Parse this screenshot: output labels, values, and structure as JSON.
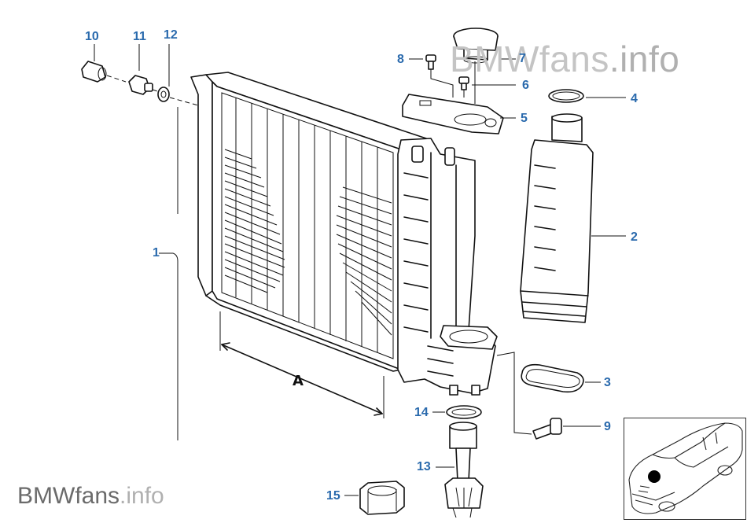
{
  "watermark": {
    "top_brand": "BMWfans",
    "top_tld": ".info",
    "bottom_brand": "BMWfans",
    "bottom_tld": ".info"
  },
  "dimension_label": "A",
  "callouts": [
    {
      "id": "10",
      "label": "10"
    },
    {
      "id": "11",
      "label": "11"
    },
    {
      "id": "12",
      "label": "12"
    },
    {
      "id": "8",
      "label": "8"
    },
    {
      "id": "7",
      "label": "7"
    },
    {
      "id": "6",
      "label": "6"
    },
    {
      "id": "4",
      "label": "4"
    },
    {
      "id": "5",
      "label": "5"
    },
    {
      "id": "1",
      "label": "1"
    },
    {
      "id": "2",
      "label": "2"
    },
    {
      "id": "3",
      "label": "3"
    },
    {
      "id": "14",
      "label": "14"
    },
    {
      "id": "9",
      "label": "9"
    },
    {
      "id": "13",
      "label": "13"
    },
    {
      "id": "15",
      "label": "15"
    }
  ],
  "colors": {
    "callout": "#2a6aad",
    "line": "#111111",
    "watermark_light": "#c4c4c4",
    "watermark_dark": "#6b6b6b"
  }
}
